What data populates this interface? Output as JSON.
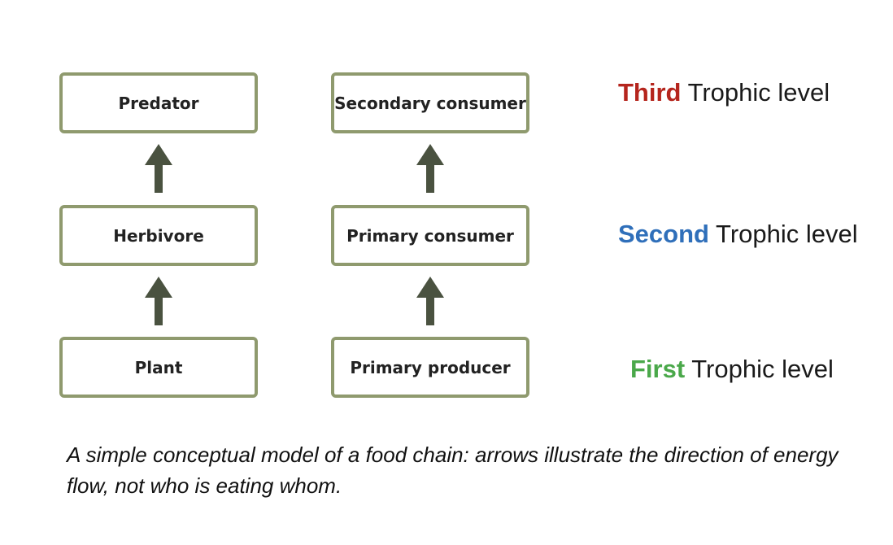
{
  "food_chain": {
    "left_column": {
      "top": "Predator",
      "middle": "Herbivore",
      "bottom": "Plant"
    },
    "right_column": {
      "top": "Secondary consumer",
      "middle": "Primary consumer",
      "bottom": "Primary producer"
    }
  },
  "trophic_levels": {
    "third": {
      "rank": "Third",
      "label": "Trophic level",
      "color": "#b5251d"
    },
    "second": {
      "rank": "Second",
      "label": "Trophic level",
      "color": "#2f6fba"
    },
    "first": {
      "rank": "First",
      "label": "Trophic level",
      "color": "#4aa84a"
    }
  },
  "caption": "A simple conceptual model of a food chain: arrows illustrate the direction of energy flow, not who is eating whom.",
  "colors": {
    "box_border": "#8f9a6e",
    "arrow": "#4a5240"
  }
}
